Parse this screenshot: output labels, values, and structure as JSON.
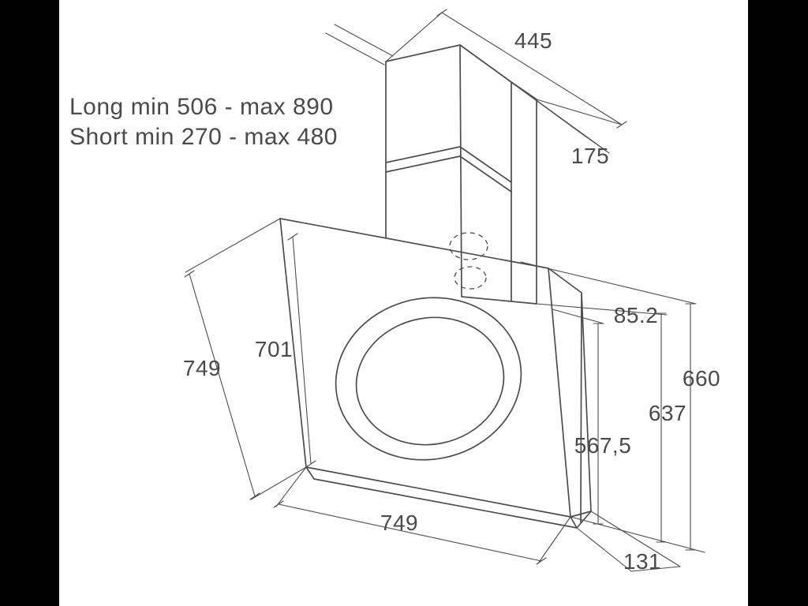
{
  "frame": {
    "background_color": "#000000",
    "canvas_color": "#ffffff",
    "line_color": "#4d4d4d",
    "text_color": "#4a4a4a"
  },
  "notes": {
    "long": "Long min 506 - max 890",
    "short": "Short min 270 - max 480"
  },
  "dimensions": {
    "chimney_width": "445",
    "chimney_depth": "175",
    "top_offset": "85.2",
    "height_total": "660",
    "height_mid": "637",
    "height_inner": "567,5",
    "panel_height": "701",
    "side_length": "749",
    "bottom_width": "749",
    "bottom_depth": "131"
  }
}
